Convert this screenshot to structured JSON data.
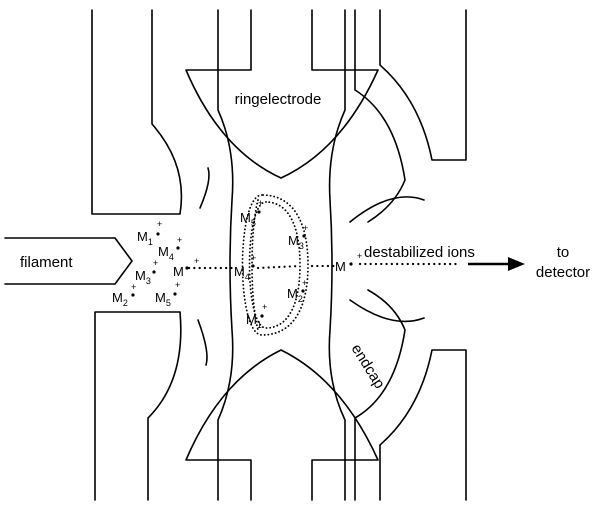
{
  "labels": {
    "ring_electrode": "ringelectrode",
    "filament": "filament",
    "destabilized_ions": "destabilized ions",
    "to_detector_line1": "to",
    "to_detector_line2": "detector",
    "endcap": "endcap"
  },
  "ions": {
    "base": "M",
    "charge": "+",
    "sources": [
      {
        "id": "m1",
        "sub": "1"
      },
      {
        "id": "m4",
        "sub": "4"
      },
      {
        "id": "m3",
        "sub": "3"
      },
      {
        "id": "m2",
        "sub": "2"
      },
      {
        "id": "m5",
        "sub": "5"
      },
      {
        "id": "m",
        "sub": ""
      }
    ],
    "trapped": [
      {
        "id": "m5",
        "sub": "5"
      },
      {
        "id": "m3",
        "sub": "3"
      },
      {
        "id": "m4",
        "sub": "4"
      },
      {
        "id": "m2",
        "sub": "2"
      },
      {
        "id": "m1",
        "sub": "1"
      }
    ],
    "ejected": {
      "id": "m",
      "sub": ""
    }
  }
}
